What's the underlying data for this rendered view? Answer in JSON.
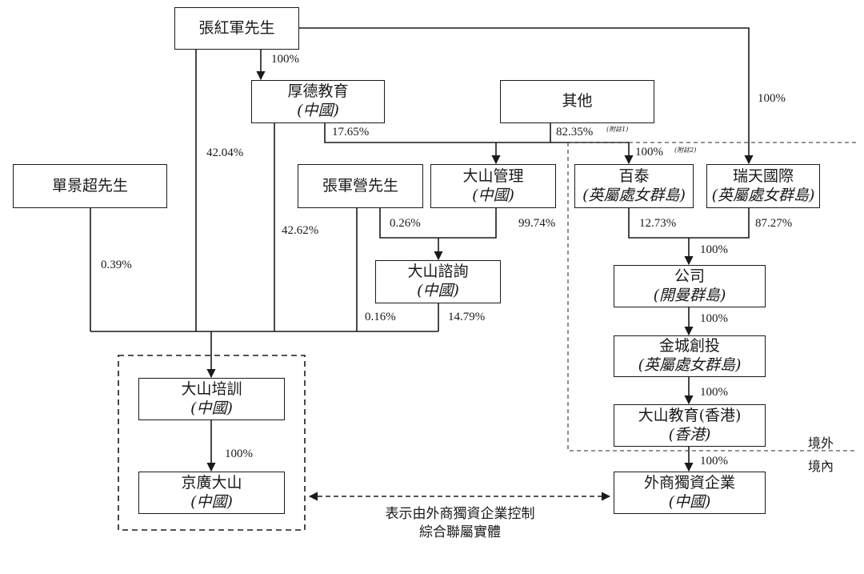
{
  "nodes": {
    "zhang_hongjun": {
      "name": "張紅軍先生"
    },
    "houde": {
      "name": "厚德教育",
      "sub": "(中國)"
    },
    "others": {
      "name": "其他"
    },
    "shan_jingchao": {
      "name": "單景超先生"
    },
    "zhang_junying": {
      "name": "張軍營先生"
    },
    "dashan_mgmt": {
      "name": "大山管理",
      "sub": "(中國)"
    },
    "baitai": {
      "name": "百泰",
      "sub": "(英屬處女群島)"
    },
    "ruitian": {
      "name": "瑞天國際",
      "sub": "(英屬處女群島)"
    },
    "dashan_consult": {
      "name": "大山諮詢",
      "sub": "(中國)"
    },
    "company": {
      "name": "公司",
      "sub": "(開曼群島)"
    },
    "jincheng": {
      "name": "金城創投",
      "sub": "(英屬處女群島)"
    },
    "dashan_hk": {
      "name": "大山教育(香港)",
      "sub": "(香港)"
    },
    "dashan_training": {
      "name": "大山培訓",
      "sub": "(中國)"
    },
    "jingguang": {
      "name": "京廣大山",
      "sub": "(中國)"
    },
    "wfoe": {
      "name": "外商獨資企業",
      "sub": "(中國)"
    }
  },
  "percentages": {
    "zhang_to_houde": "100%",
    "zhang_to_ruitian": "100%",
    "zhang_direct": "42.04%",
    "houde_to_mgmt": "17.65%",
    "others_to_mgmt": "82.35%",
    "houde_to_training": "42.62%",
    "shan_to_training": "0.39%",
    "zhangjy_to_consult": "0.26%",
    "mgmt_to_consult": "99.74%",
    "zhangjy_to_training": "0.16%",
    "consult_to_training": "14.79%",
    "others_to_baitai": "100%",
    "baitai_to_company": "12.73%",
    "ruitian_to_company": "87.27%",
    "company_label": "100%",
    "company_to_jincheng": "100%",
    "jincheng_to_hk": "100%",
    "hk_to_wfoe": "100%",
    "training_to_jingguang": "100%"
  },
  "notes": {
    "note1": "(附註1)",
    "note2": "(附註2)"
  },
  "regions": {
    "offshore": "境外",
    "onshore": "境內"
  },
  "legend": {
    "line1": "表示由外商獨資企業控制",
    "line2": "綜合聯屬實體"
  }
}
